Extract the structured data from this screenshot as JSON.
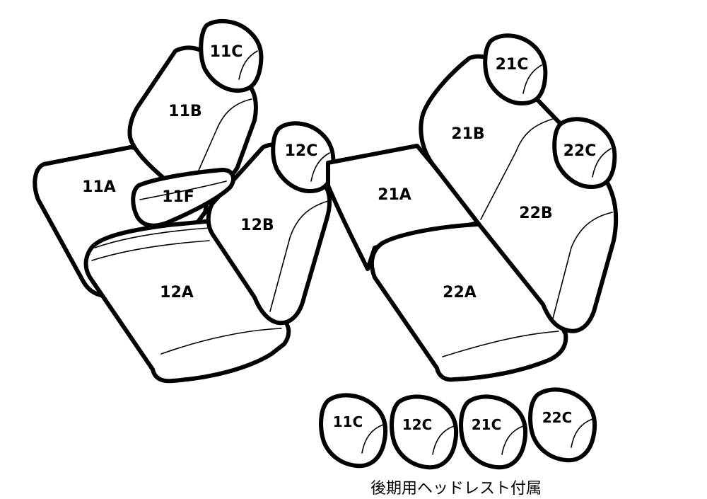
{
  "labels": {
    "11A": "11A",
    "11B": "11B",
    "11C": "11C",
    "11F": "11F",
    "12A": "12A",
    "12B": "12B",
    "12C": "12C",
    "21A": "21A",
    "21B": "21B",
    "21C": "21C",
    "22A": "22A",
    "22B": "22B",
    "22C": "22C"
  },
  "spare_headrests": [
    "11C",
    "12C",
    "21C",
    "22C"
  ],
  "caption": "後期用ヘッドレスト付属",
  "colors": {
    "line": "#000000",
    "fill": "#ffffff"
  }
}
